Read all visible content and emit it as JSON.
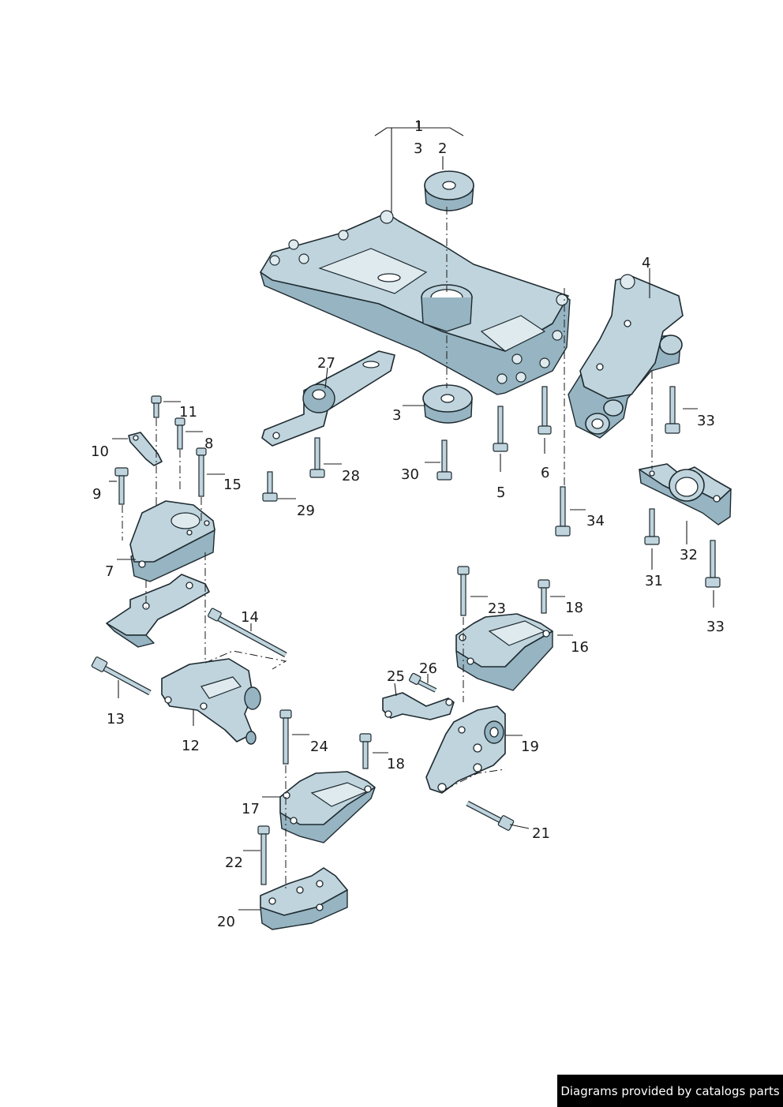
{
  "diagram": {
    "labels": [
      {
        "id": "l1",
        "text": "1"
      },
      {
        "id": "l3a",
        "text": "3"
      },
      {
        "id": "l2",
        "text": "2"
      },
      {
        "id": "l4",
        "text": "4"
      },
      {
        "id": "l27",
        "text": "27"
      },
      {
        "id": "l3b",
        "text": "3"
      },
      {
        "id": "l33a",
        "text": "33"
      },
      {
        "id": "l11",
        "text": "11"
      },
      {
        "id": "l8",
        "text": "8"
      },
      {
        "id": "l10",
        "text": "10"
      },
      {
        "id": "l15",
        "text": "15"
      },
      {
        "id": "l9",
        "text": "9"
      },
      {
        "id": "l28",
        "text": "28"
      },
      {
        "id": "l30",
        "text": "30"
      },
      {
        "id": "l6",
        "text": "6"
      },
      {
        "id": "l5",
        "text": "5"
      },
      {
        "id": "l29",
        "text": "29"
      },
      {
        "id": "l34",
        "text": "34"
      },
      {
        "id": "l32",
        "text": "32"
      },
      {
        "id": "l7",
        "text": "7"
      },
      {
        "id": "l31",
        "text": "31"
      },
      {
        "id": "l23",
        "text": "23"
      },
      {
        "id": "l18a",
        "text": "18"
      },
      {
        "id": "l14",
        "text": "14"
      },
      {
        "id": "l33b",
        "text": "33"
      },
      {
        "id": "l16",
        "text": "16"
      },
      {
        "id": "l26",
        "text": "26"
      },
      {
        "id": "l25",
        "text": "25"
      },
      {
        "id": "l13",
        "text": "13"
      },
      {
        "id": "l12",
        "text": "12"
      },
      {
        "id": "l24",
        "text": "24"
      },
      {
        "id": "l19",
        "text": "19"
      },
      {
        "id": "l18b",
        "text": "18"
      },
      {
        "id": "l17",
        "text": "17"
      },
      {
        "id": "l21",
        "text": "21"
      },
      {
        "id": "l22",
        "text": "22"
      },
      {
        "id": "l20",
        "text": "20"
      }
    ]
  },
  "credit": "Diagrams provided by catalogs parts",
  "colors": {
    "part_fill": "#bfd4dd",
    "part_shadow": "#96b4c1",
    "outline": "#1e2a30",
    "credit_bg": "#000000",
    "credit_text": "#ffffff"
  }
}
